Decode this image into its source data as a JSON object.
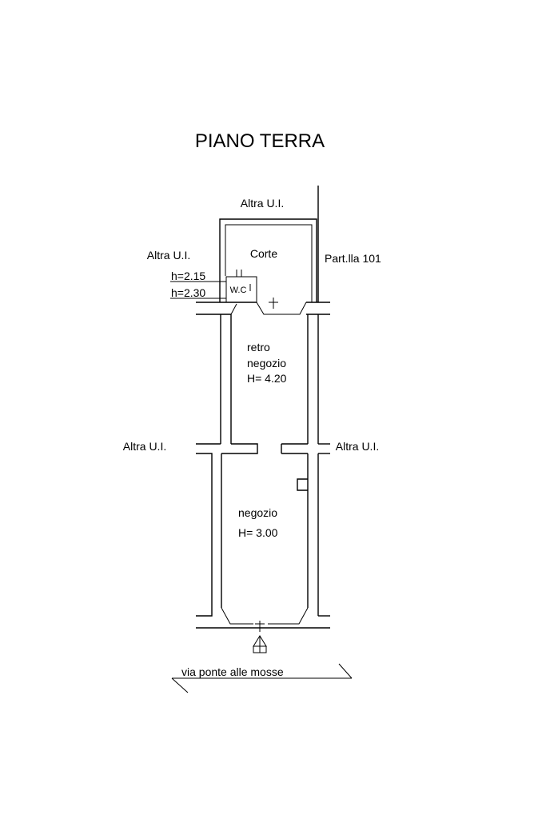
{
  "title": "PIANO TERRA",
  "labels": {
    "altra_top": "Altra U.I.",
    "altra_left_top": "Altra U.I.",
    "corte": "Corte",
    "part_lla": "Part.lla 101",
    "h_wc_1": "h=2.15",
    "h_wc_2": "h=2.30",
    "wc": "W.C",
    "retro_1": "retro",
    "retro_2": "negozio",
    "retro_h": "H= 4.20",
    "altra_left_mid": "Altra U.I.",
    "altra_right_mid": "Altra U.I.",
    "negozio": "negozio",
    "negozio_h": "H= 3.00",
    "street": "via ponte alle mosse"
  }
}
